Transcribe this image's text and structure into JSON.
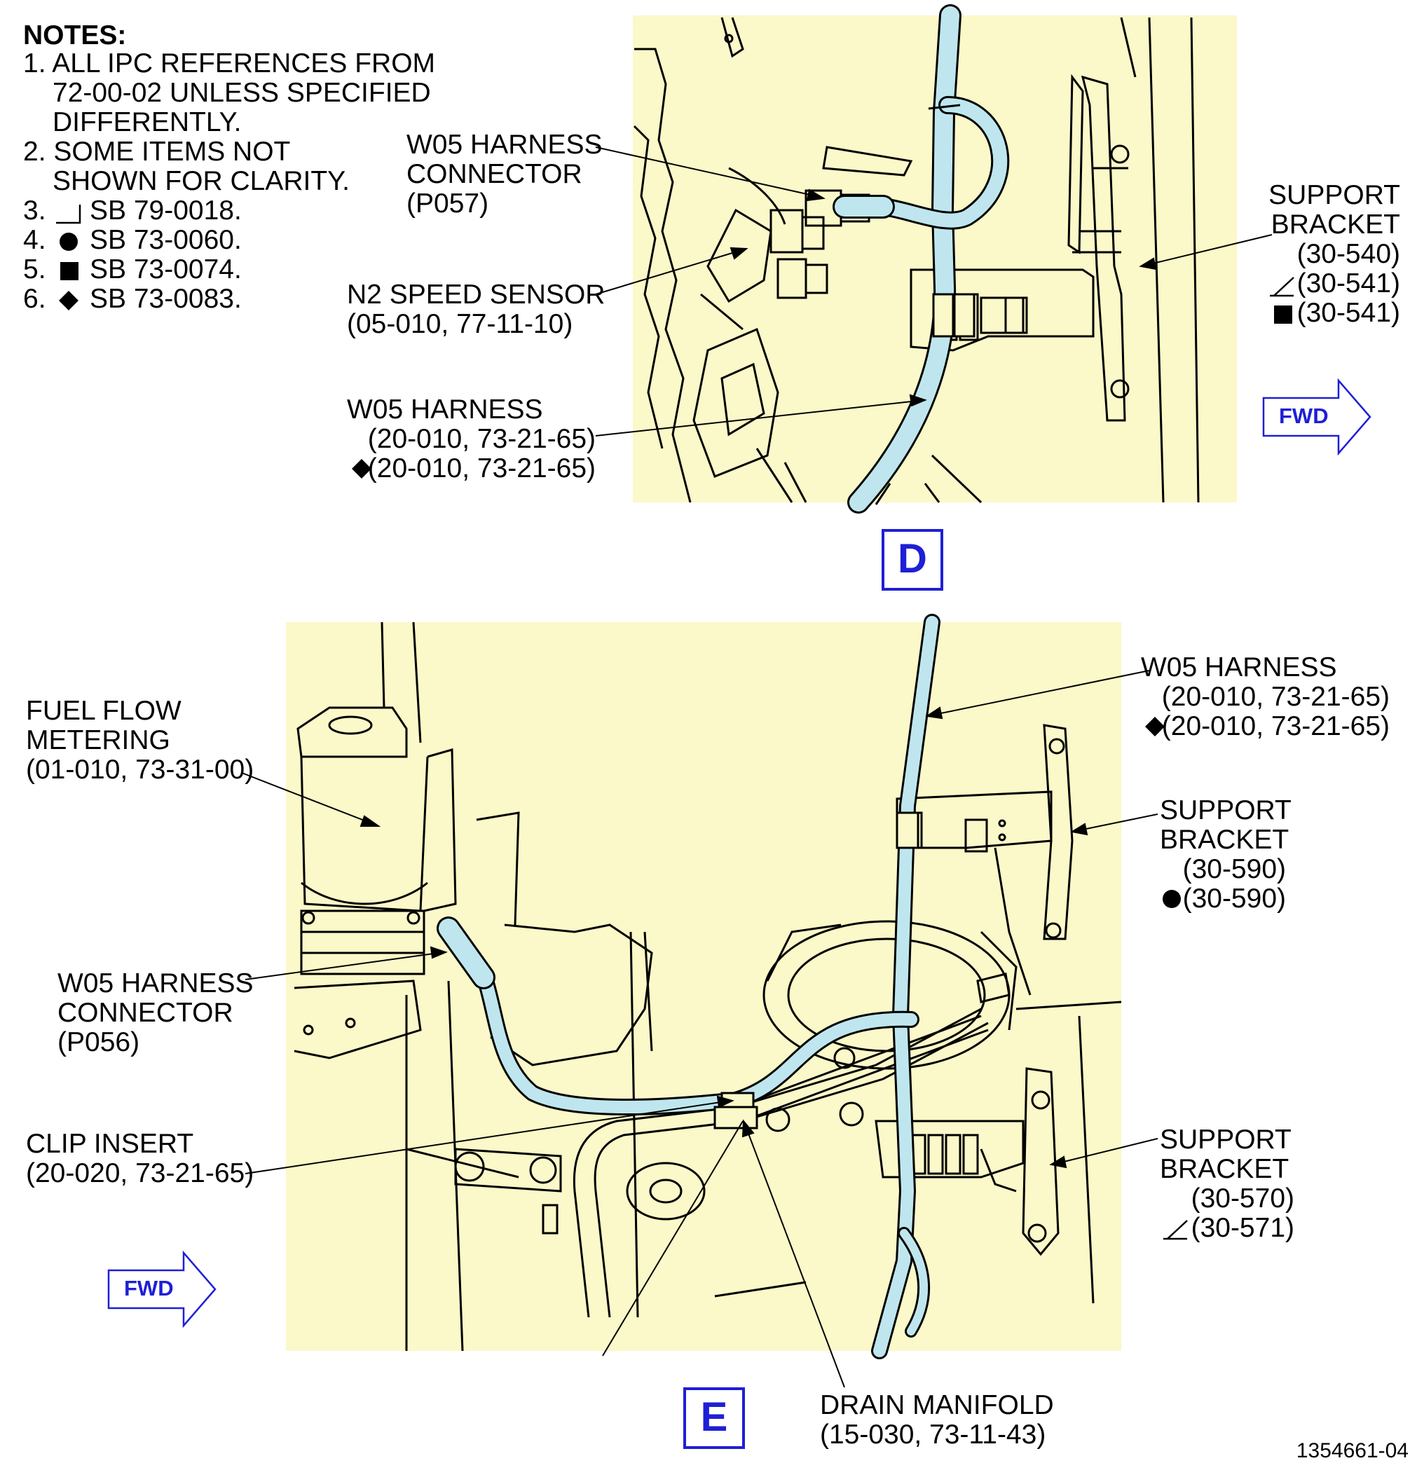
{
  "notes": {
    "heading": "NOTES:",
    "lines": [
      "1. ALL IPC REFERENCES FROM",
      "72-00-02 UNLESS SPECIFIED",
      "DIFFERENTLY.",
      "2. SOME ITEMS NOT",
      "SHOWN FOR CLARITY.",
      "3.",
      "SB 79-0018.",
      "4.",
      "SB 73-0060.",
      "5.",
      "SB 73-0074.",
      "6.",
      "SB 73-0083."
    ]
  },
  "view_d": {
    "tag": "D",
    "fwd": "FWD",
    "callouts": {
      "harness_connector": [
        "W05 HARNESS",
        "CONNECTOR",
        "(P057)"
      ],
      "n2_sensor": [
        "N2 SPEED SENSOR",
        "(05-010, 77-11-10)"
      ],
      "harness": [
        "W05 HARNESS",
        "(20-010, 73-21-65)",
        "(20-010, 73-21-65)"
      ],
      "support_bracket": [
        "SUPPORT",
        "BRACKET",
        "(30-540)",
        "(30-541)",
        "(30-541)"
      ]
    }
  },
  "view_e": {
    "tag": "E",
    "fwd": "FWD",
    "callouts": {
      "fuel_flow": [
        "FUEL FLOW",
        "METERING",
        "(01-010, 73-31-00)"
      ],
      "harness_connector": [
        "W05 HARNESS",
        "CONNECTOR",
        "(P056)"
      ],
      "clip_insert": [
        "CLIP INSERT",
        "(20-020, 73-21-65)"
      ],
      "harness": [
        "W05 HARNESS",
        "(20-010, 73-21-65)",
        "(20-010, 73-21-65)"
      ],
      "support_bracket_590": [
        "SUPPORT",
        "BRACKET",
        "(30-590)",
        "(30-590)"
      ],
      "support_bracket_570": [
        "SUPPORT",
        "BRACKET",
        "(30-570)",
        "(30-571)"
      ],
      "drain_manifold": [
        "DRAIN MANIFOLD",
        "(15-030, 73-11-43)"
      ]
    }
  },
  "figure_number": "1354661-04",
  "colors": {
    "panel": "#fbf8c9",
    "harness": "#bfe6ee",
    "accent": "#1f1fd6"
  }
}
